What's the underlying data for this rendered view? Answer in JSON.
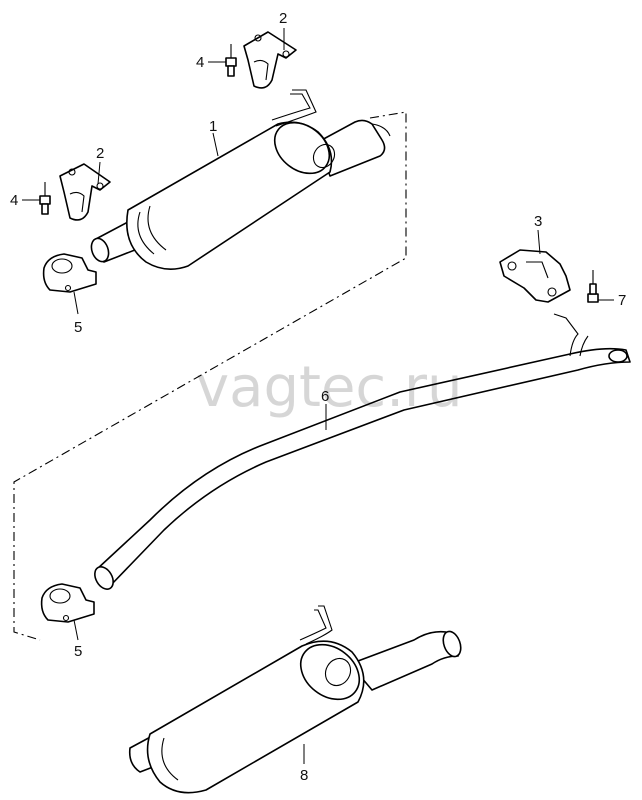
{
  "watermark": "vagtec.ru",
  "callouts": {
    "c1": "1",
    "c2a": "2",
    "c2b": "2",
    "c3": "3",
    "c4a": "4",
    "c4b": "4",
    "c5a": "5",
    "c5b": "5",
    "c6": "6",
    "c7": "7",
    "c8": "8"
  },
  "colors": {
    "line": "#000000",
    "background": "#ffffff"
  }
}
